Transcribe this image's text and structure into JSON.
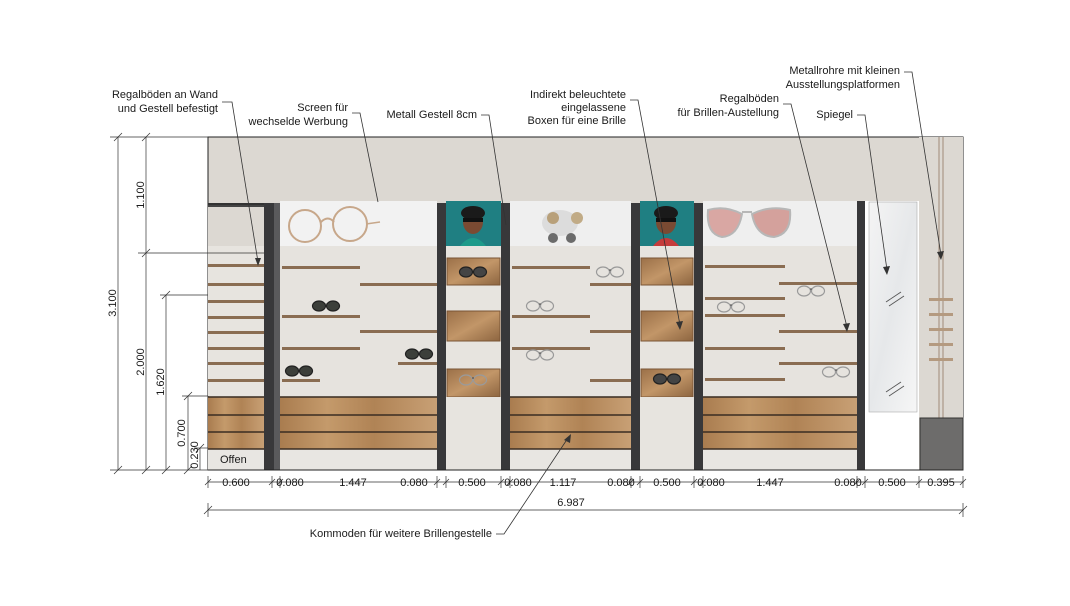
{
  "labels": {
    "shelves_wall": [
      "Regalböden an Wand",
      "und Gestell befestigt"
    ],
    "screen": [
      "Screen für",
      "wechselde Werbung"
    ],
    "metal_frame": [
      "Metall Gestell 8cm"
    ],
    "lit_boxes": [
      "Indirekt beleuchtete",
      "eingelassene",
      "Boxen für eine Brille"
    ],
    "shelves_display": [
      "Regalböden",
      "für Brillen-Austellung"
    ],
    "mirror": [
      "Spiegel"
    ],
    "metal_tubes": [
      "Metallrohre mit kleinen",
      "Ausstellungsplatformen"
    ],
    "cabinets": [
      "Kommoden für weitere Brillengestelle"
    ],
    "open": "Offen"
  },
  "dimensions": {
    "horizontal": [
      "0.600",
      "0.080",
      "1.447",
      "0.080",
      "0.500",
      "0.080",
      "1.117",
      "0.080",
      "0.500",
      "0.080",
      "1.447",
      "0.080",
      "0.500",
      "0.395"
    ],
    "total": "6.987",
    "vertical_outer": [
      "1.100",
      "3.100",
      "2.000"
    ],
    "vertical_inner": [
      "1.620",
      "0.700",
      "0.230"
    ]
  },
  "colors": {
    "wall": "#dedad5",
    "panel": "#e4e1dc",
    "post": "#3b3b3d",
    "wood": "#b58a5c",
    "shelf": "#8a6d52",
    "screen_teal": "#1f7f82"
  }
}
